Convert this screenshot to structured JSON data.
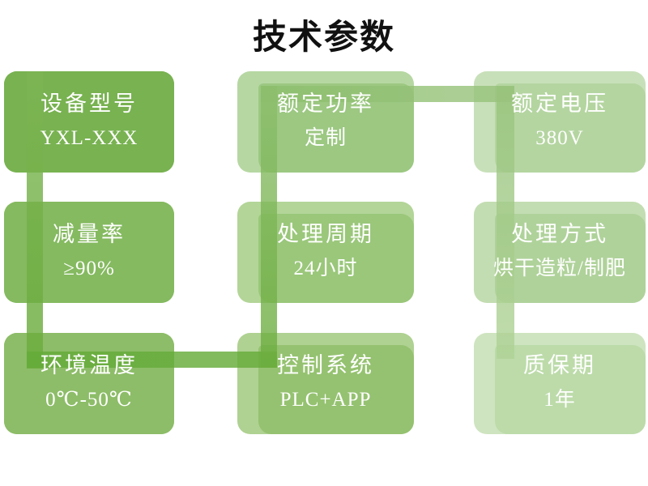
{
  "title": "技术参数",
  "background": "#FFFFFF",
  "title_color": "#111111",
  "card_text_color": "#FFFFFF",
  "cards": [
    {
      "label": "设备型号",
      "value": "YXL-XXX",
      "fill": "#78B251",
      "ghost": "#78B251"
    },
    {
      "label": "额定功率",
      "value": "定制",
      "fill": "#9CC882",
      "ghost": "#B6D7A2"
    },
    {
      "label": "额定电压",
      "value": "380V",
      "fill": "#B4D5A0",
      "ghost": "#C8E0B9"
    },
    {
      "label": "减量率",
      "value": "≥90%",
      "fill": "#85BA60",
      "ghost": "#85BA60"
    },
    {
      "label": "处理周期",
      "value": "24小时",
      "fill": "#9AC77A",
      "ghost": "#B3D598"
    },
    {
      "label": "处理方式",
      "value": "烘干造粒/制肥",
      "fill": "#AFD29A",
      "ghost": "#C3DDB2"
    },
    {
      "label": "环境温度",
      "value": "0℃-50℃",
      "fill": "#8DBD68",
      "ghost": "#8DBD68"
    },
    {
      "label": "控制系统",
      "value": "PLC+APP",
      "fill": "#95C270",
      "ghost": "#AFD192"
    },
    {
      "label": "质保期",
      "value": "1年",
      "fill": "#BCDBA9",
      "ghost": "#CEE4C0"
    }
  ],
  "connector": {
    "path_order": [
      "设备型号",
      "减量率",
      "环境温度",
      "控制系统",
      "处理周期",
      "额定功率",
      "额定电压",
      "处理方式",
      "质保期"
    ],
    "segments": [
      {
        "name": "left-vertical",
        "dir": "180deg",
        "from": "rgba(125,181,84,0.82)",
        "to": "rgba(106,172,60,0.82)"
      },
      {
        "name": "bottom-horizontal",
        "dir": "90deg",
        "from": "rgba(100,171,56,0.82)",
        "to": "rgba(103,172,59,0.82)"
      },
      {
        "name": "middle-vertical",
        "dir": "180deg",
        "from": "rgba(140,190,108,0.80)",
        "to": "rgba(108,173,62,0.80)"
      },
      {
        "name": "top-horizontal",
        "dir": "90deg",
        "from": "rgba(140,190,108,0.80)",
        "to": "rgba(152,195,124,0.80)"
      },
      {
        "name": "right-vertical",
        "dir": "180deg",
        "from": "rgba(152,195,124,0.80)",
        "to": "rgba(175,210,150,0.80)"
      }
    ]
  }
}
